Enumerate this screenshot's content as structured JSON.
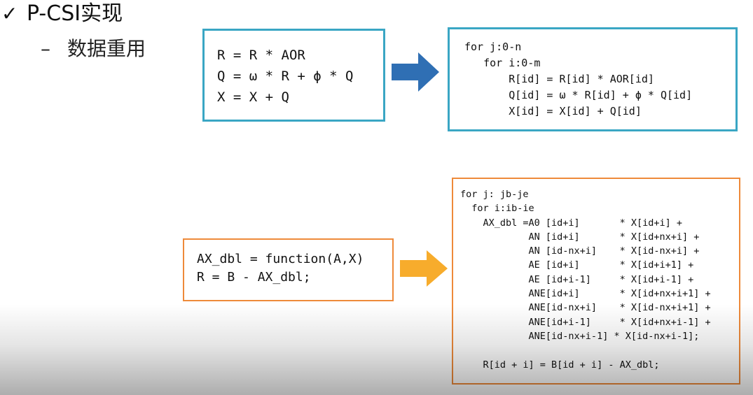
{
  "title": {
    "check": "✓",
    "text": "P-CSI实现"
  },
  "subtitle": {
    "dash": "–",
    "text": "数据重用"
  },
  "colors": {
    "blue_border": "#3aa6c4",
    "blue_arrow": "#2f6fb4",
    "orange_border": "#ee8a3a",
    "orange_arrow": "#f7ac2c"
  },
  "icons": [
    "check-icon",
    "right-arrow-icon",
    "right-arrow-icon"
  ],
  "box1": {
    "code": "R = R * AOR\nQ = ω * R + ϕ * Q\nX = X + Q"
  },
  "box2": {
    "code": "for j:0-n\n   for i:0-m\n       R[id] = R[id] * AOR[id]\n       Q[id] = ω * R[id] + ϕ * Q[id]\n       X[id] = X[id] + Q[id]"
  },
  "box3": {
    "code": "AX_dbl = function(A,X)\nR = B - AX_dbl;"
  },
  "box4": {
    "code": "for j: jb-je\n  for i:ib-ie\n    AX_dbl =A0 [id+i]       * X[id+i] +\n            AN [id+i]       * X[id+nx+i] +\n            AN [id-nx+i]    * X[id-nx+i] +\n            AE [id+i]       * X[id+i+1] +\n            AE [id+i-1]     * X[id+i-1] +\n            ANE[id+i]       * X[id+nx+i+1] +\n            ANE[id-nx+i]    * X[id-nx+i+1] +\n            ANE[id+i-1]     * X[id+nx+i-1] +\n            ANE[id-nx+i-1] * X[id-nx+i-1];\n\n    R[id + i] = B[id + i] - AX_dbl;"
  }
}
